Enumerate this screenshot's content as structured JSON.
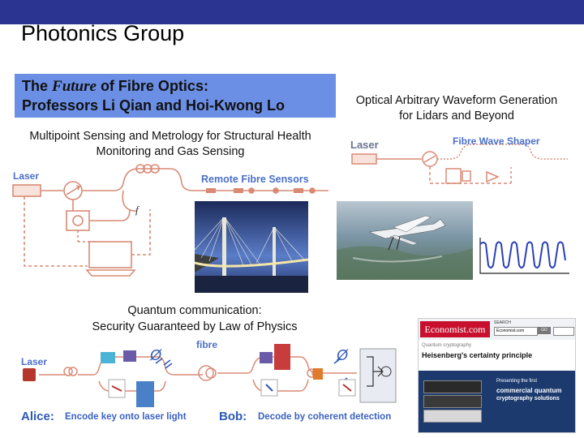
{
  "slide": {
    "title": "Photonics Group"
  },
  "headline": {
    "line1_prefix": "The ",
    "line1_emphasis": "Future",
    "line1_suffix": " of Fibre Optics:",
    "line2": "Professors Li Qian and Hoi-Kwong Lo"
  },
  "sensing": {
    "caption_line1": "Multipoint Sensing and Metrology for Structural Health",
    "caption_line2": "Monitoring and Gas Sensing",
    "laser_label": "Laser",
    "sensors_label": "Remote Fibre Sensors",
    "dots": "....",
    "f_label": "f"
  },
  "waveform": {
    "caption_line1": "Optical Arbitrary Waveform Generation",
    "caption_line2": "for Lidars and Beyond",
    "laser_label": "Laser",
    "shaper_label": "Fibre Wave Shaper"
  },
  "quantum": {
    "caption_line1": "Quantum communication:",
    "caption_line2": "Security Guaranteed by Law of Physics",
    "laser_label": "Laser",
    "fibre_label": "fibre",
    "alice_label": "Alice:",
    "alice_desc": "Encode key onto laser light",
    "bob_label": "Bob:",
    "bob_desc": "Decode by coherent detection",
    "phase_symbol": "Ø"
  },
  "economist": {
    "logo": "Economist.com",
    "search_label": "SEARCH",
    "search_value": "Economist.com",
    "go": "GO",
    "section": "Quantum cryptography",
    "headline": "Heisenberg's certainty principle",
    "ad_line1": "Presenting the first",
    "ad_line2": "commercial quantum",
    "ad_line3": "cryptography solutions"
  },
  "colors": {
    "topbar": "#2c3491",
    "headline_bg": "#6c8fe6",
    "diagram_line": "#d98a75",
    "label_blue": "#4a6fc8",
    "economist_red": "#c8102e"
  }
}
